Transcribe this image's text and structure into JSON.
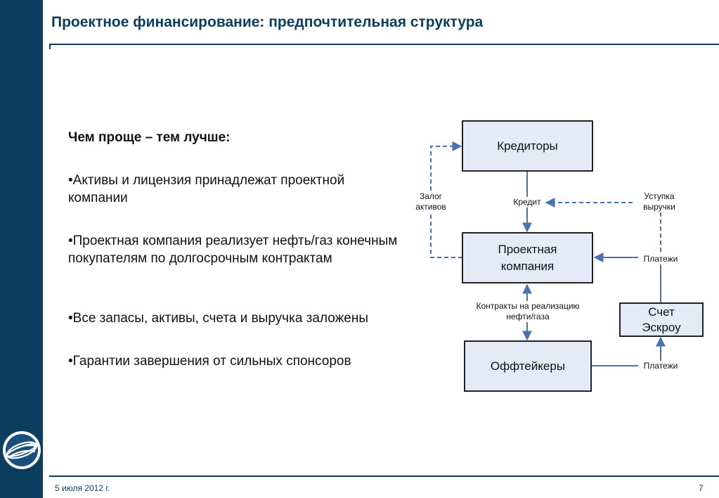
{
  "slide": {
    "title": "Проектное финансирование: предпочтительная структура",
    "heading": "Чем проще – тем лучше:",
    "bullets": [
      "•Активы и лицензия принадлежат проектной компании",
      "•Проектная компания реализует нефть/газ конечным покупателям по долгосрочным контрактам",
      "•Все запасы, активы, счета и выручка заложены",
      "•Гарантии завершения от сильных спонсоров"
    ],
    "footer": {
      "date": "5 июля 2012 г.",
      "page": "7"
    }
  },
  "diagram": {
    "boxes": {
      "creditors": "Кредиторы",
      "project_company": "Проектная компания",
      "offtakers": "Оффтейкеры",
      "escrow": "Счет Эскроу"
    },
    "labels": {
      "collateral": "Залог активов",
      "credit": "Кредит",
      "assignment": "Уступка выручки",
      "payments_top": "Платежи",
      "contracts": "Контракты на реализацию нефти/газа",
      "payments_bottom": "Платежи"
    },
    "colors": {
      "arrow": "#4a72b0",
      "box_fill": "#e4eaf6",
      "brand": "#0b3e5c"
    }
  }
}
